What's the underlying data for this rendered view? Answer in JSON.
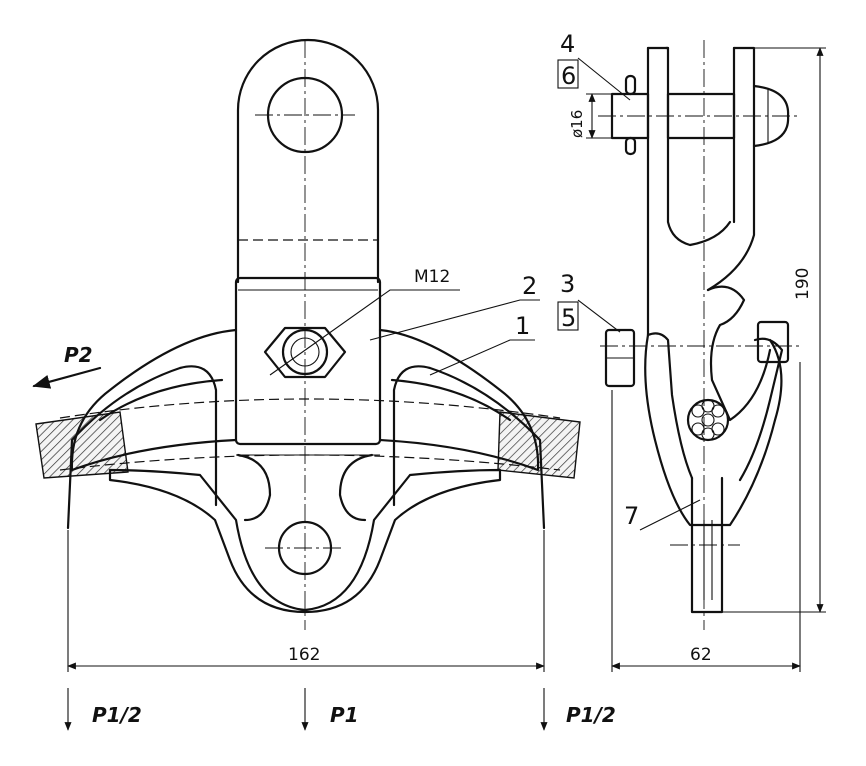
{
  "drawing": {
    "front_view": {
      "thread_label": "M12",
      "callouts": [
        "2",
        "1"
      ],
      "load_side": "P2",
      "width_dimension": "162",
      "loads": [
        "P1/2",
        "P1",
        "P1/2"
      ]
    },
    "side_view": {
      "callouts": [
        "4",
        "6",
        "3",
        "5",
        "7"
      ],
      "pin_diameter": "ø16",
      "height_dimension": "190",
      "width_dimension": "62"
    }
  }
}
